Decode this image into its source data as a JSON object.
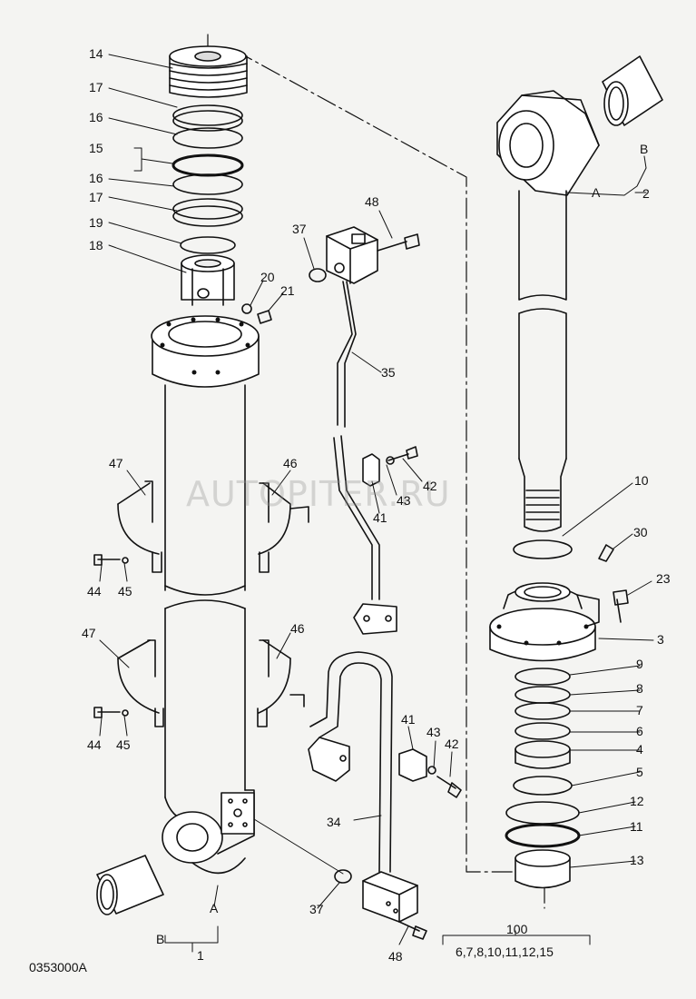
{
  "watermark": "AUTOPITER.RU",
  "drawing_code": "0353000A",
  "kit": {
    "number": "100",
    "contents": "6,7,8,10,11,12,15"
  },
  "callouts": {
    "c14": "14",
    "c17a": "17",
    "c16a": "16",
    "c15": "15",
    "c16b": "16",
    "c17b": "17",
    "c19": "19",
    "c18": "18",
    "c20": "20",
    "c21": "21",
    "c37a": "37",
    "c48a": "48",
    "c35": "35",
    "c42a": "42",
    "c43a": "43",
    "c41a": "41",
    "c47a": "47",
    "c46a": "46",
    "c44a": "44",
    "c45a": "45",
    "c47b": "47",
    "c46b": "46",
    "c44b": "44",
    "c45b": "45",
    "c41b": "41",
    "c43b": "43",
    "c42b": "42",
    "c34": "34",
    "c37b": "37",
    "c48b": "48",
    "cA1": "A",
    "cB1": "B",
    "c1": "1",
    "cB2": "B",
    "cA2": "A",
    "c2": "2",
    "c10": "10",
    "c30": "30",
    "c23": "23",
    "c3": "3",
    "c9": "9",
    "c8": "8",
    "c7": "7",
    "c6": "6",
    "c4": "4",
    "c5": "5",
    "c12": "12",
    "c11": "11",
    "c13": "13"
  }
}
